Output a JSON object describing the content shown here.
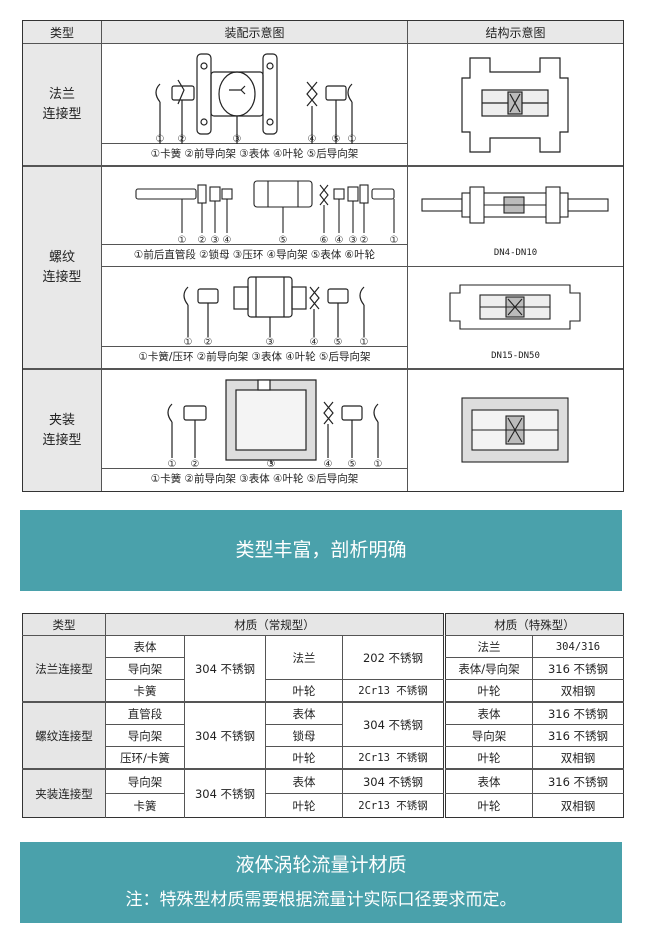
{
  "diagram_table": {
    "headers": {
      "type": "类型",
      "assembly": "装配示意图",
      "structure": "结构示意图"
    },
    "rows": [
      {
        "type_lines": [
          "法兰",
          "连接型"
        ],
        "legend": "①卡簧 ②前导向架 ③表体 ④叶轮 ⑤后导向架",
        "part_numbers": [
          "①",
          "②",
          "③",
          "④",
          "⑤",
          "①"
        ]
      },
      {
        "type_lines": [
          "螺纹",
          "连接型"
        ],
        "sub": [
          {
            "legend": "①前后直管段 ②锁母 ③压环 ④导向架 ⑤表体 ⑥叶轮",
            "part_numbers": [
              "①",
              "②",
              "③",
              "④",
              "⑤",
              "⑥",
              "④",
              "③",
              "②",
              "①"
            ],
            "structure_label": "DN4-DN10"
          },
          {
            "legend": "①卡簧/压环 ②前导向架 ③表体 ④叶轮 ⑤后导向架",
            "part_numbers": [
              "①",
              "②",
              "③",
              "④",
              "⑤",
              "①"
            ],
            "structure_label": "DN15-DN50"
          }
        ]
      },
      {
        "type_lines": [
          "夹装",
          "连接型"
        ],
        "legend": "①卡簧 ②前导向架 ③表体 ④叶轮 ⑤后导向架",
        "part_numbers": [
          "①",
          "②",
          "③",
          "④",
          "⑤",
          "①"
        ]
      }
    ]
  },
  "banner1": {
    "text": "类型丰富，剖析明确"
  },
  "material_table": {
    "headers": {
      "type": "类型",
      "regular": "材质（常规型）",
      "special": "材质（特殊型）"
    },
    "flange": {
      "type": "法兰连接型",
      "parts_a": [
        "表体",
        "导向架",
        "卡簧"
      ],
      "material_a": "304 不锈钢",
      "parts_b": [
        "法兰",
        "叶轮"
      ],
      "materials_b": [
        "202 不锈钢",
        "2Cr13 不锈钢"
      ],
      "special_parts": [
        "法兰",
        "表体/导向架",
        "叶轮"
      ],
      "special_materials": [
        "304/316",
        "316 不锈钢",
        "双相钢"
      ]
    },
    "thread": {
      "type": "螺纹连接型",
      "parts_a": [
        "直管段",
        "导向架",
        "压环/卡簧"
      ],
      "material_a": "304 不锈钢",
      "parts_b": [
        "表体",
        "锁母",
        "叶轮"
      ],
      "materials_b": [
        "304 不锈钢",
        "2Cr13 不锈钢"
      ],
      "special_parts": [
        "表体",
        "导向架",
        "叶轮"
      ],
      "special_materials": [
        "316 不锈钢",
        "316 不锈钢",
        "双相钢"
      ]
    },
    "clamp": {
      "type": "夹装连接型",
      "parts_a": [
        "导向架",
        "卡簧"
      ],
      "material_a": "304 不锈钢",
      "parts_b": [
        "表体",
        "叶轮"
      ],
      "materials_b": [
        "304 不锈钢",
        "2Cr13 不锈钢"
      ],
      "special_parts": [
        "表体",
        "叶轮"
      ],
      "special_materials": [
        "316 不锈钢",
        "双相钢"
      ]
    }
  },
  "banner2": {
    "title": "液体涡轮流量计材质",
    "note": "注：特殊型材质需要根据流量计实际口径要求而定。"
  }
}
